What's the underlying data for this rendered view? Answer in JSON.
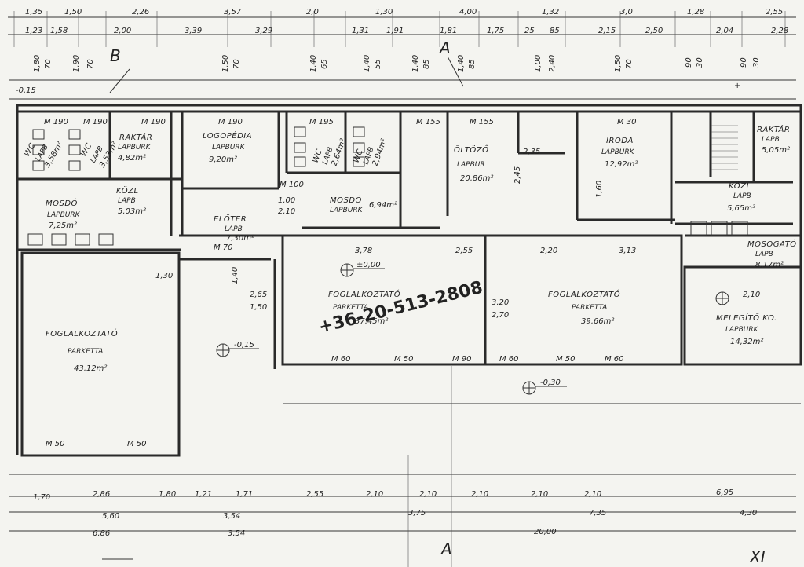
{
  "top_dimensions_row1": [
    "1,35",
    "1,50",
    "2,26",
    "3,57",
    "2,0",
    "1,30",
    "4,00",
    "1,32",
    "3,0",
    "1,28",
    "2,55"
  ],
  "top_dimensions_row2": [
    "1,23",
    "1,58",
    "2,00",
    "3,39",
    "3,29",
    "1,31",
    "1,91",
    "1,81",
    "1,75",
    "25",
    "85",
    "2,15",
    "2,50",
    "2,04",
    "2,28"
  ],
  "opening_heights": [
    "1,80",
    "70",
    "1,90",
    "70",
    "1,50",
    "70",
    "1,40",
    "65",
    "1,40",
    "55",
    "1,40",
    "85",
    "1,40",
    "85",
    "1,00",
    "2,40",
    "1,50",
    "70",
    "90",
    "30",
    "90",
    "30"
  ],
  "section_marks": [
    "B",
    "A"
  ],
  "level_marks": [
    "-0,15",
    "-0,15",
    "±0,00",
    "-0,30"
  ],
  "watermark": "+36-20-513-2808",
  "rooms": [
    {
      "name": "WC",
      "sub": "LAPB",
      "area": "3,58m²"
    },
    {
      "name": "WC",
      "sub": "LAPB",
      "area": "3,53m²"
    },
    {
      "name": "RAKTÁR",
      "sub": "LAPBURK",
      "area": "4,82m²"
    },
    {
      "name": "LOGOPÉDIA",
      "sub": "LAPBURK",
      "area": "9,20m²"
    },
    {
      "name": "MOSDÓ",
      "sub": "LAPBURK",
      "area": "7,25m²"
    },
    {
      "name": "KÖZL",
      "sub": "LAPB",
      "area": "5,03m²"
    },
    {
      "name": "ELŐTER",
      "sub": "LAPB",
      "area": "7,30m²"
    },
    {
      "name": "WC",
      "sub": "LAPB",
      "area": "2,64m²"
    },
    {
      "name": "WC",
      "sub": "LAPB",
      "area": "2,94m²"
    },
    {
      "name": "MOSDÓ",
      "sub": "LAPBURK",
      "area": "6,94m²"
    },
    {
      "name": "ÖLTÖZŐ",
      "sub": "LAPBUR",
      "area": "20,86m²"
    },
    {
      "name": "IRODA",
      "sub": "LAPBURK",
      "area": "12,92m²"
    },
    {
      "name": "RAKTÁR",
      "sub": "LAPB",
      "area": "5,05m²"
    },
    {
      "name": "KÖZL",
      "sub": "LAPB",
      "area": "5,65m²"
    },
    {
      "name": "MOSOGATÓ",
      "sub": "LAPB",
      "area": "8,17m²"
    },
    {
      "name": "FOGLALKOZTATÓ",
      "sub": "PARKETTA",
      "area": "43,12m²"
    },
    {
      "name": "FOGLALKOZTATÓ",
      "sub": "PARKETTA",
      "area": "37,45m²"
    },
    {
      "name": "FOGLALKOZTATÓ",
      "sub": "PARKETTA",
      "area": "39,66m²"
    },
    {
      "name": "MELEGÍTŐ KO.",
      "sub": "LAPBURK",
      "area": "14,32m²"
    }
  ],
  "interior_dims": [
    "3,78",
    "2,55",
    "2,20",
    "3,13",
    "1,30",
    "1,40",
    "2,65",
    "1,50",
    "3,20",
    "2,70",
    "2,10",
    "2,35",
    "2,45",
    "1,60",
    "1,00",
    "2,10"
  ],
  "door_labels": [
    "M 60",
    "M 50",
    "M 60",
    "M 50",
    "M 60",
    "M 90",
    "M 50",
    "M 50",
    "M 30",
    "M 155",
    "M 155",
    "M 195",
    "M 190",
    "M 190",
    "M 190",
    "M 190",
    "M 100",
    "M 70"
  ],
  "bottom_dimensions_row1": [
    "1,70",
    "2,86",
    "1,80",
    "1,21",
    "1,71",
    "2,55",
    "2,10",
    "2,10",
    "2,10",
    "2,10",
    "2,10",
    "6,95"
  ],
  "bottom_dimensions_row2": [
    "5,60",
    "3,54",
    "3,75",
    "7,35",
    "4,30"
  ],
  "bottom_dimensions_row3": [
    "6,86",
    "3,54",
    "20,00"
  ],
  "bottom_marks": [
    "A",
    "XI"
  ]
}
